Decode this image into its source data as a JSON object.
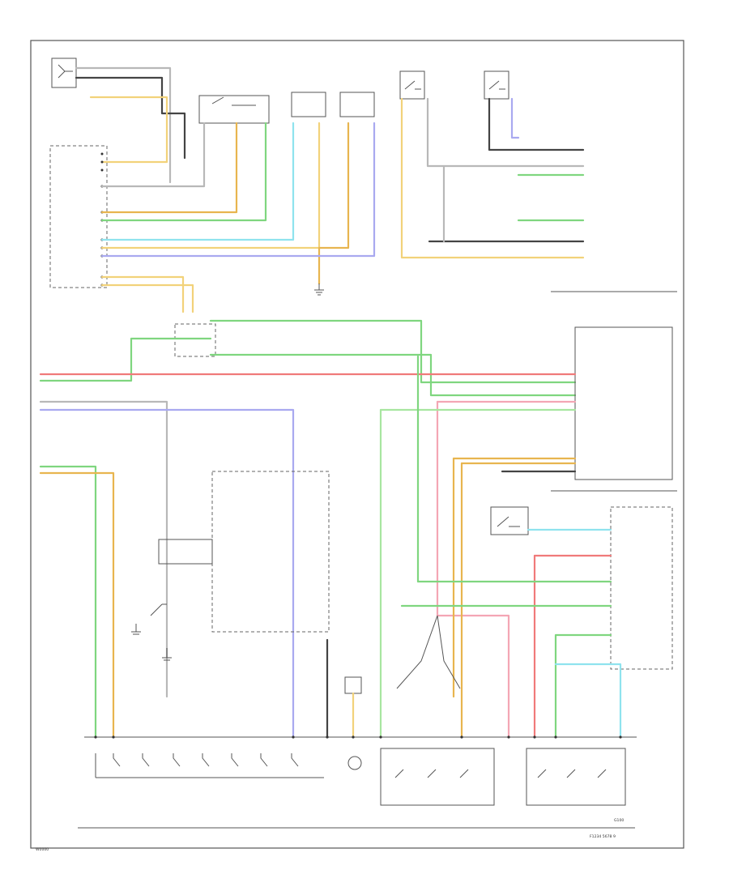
{
  "colors": {
    "yellow": "#f2d27a",
    "orange": "#e8b54f",
    "green": "#7fd67f",
    "lightgreen": "#a8e6a0",
    "cyan": "#8fe3ee",
    "blue": "#a9a9f0",
    "red": "#f07a7a",
    "pink": "#f4a6b4",
    "gray": "#b8b8b8",
    "black": "#444444"
  },
  "labels": {
    "page_code": "W0000",
    "ground": "G100",
    "footer_code": "F1234 5678 9"
  }
}
